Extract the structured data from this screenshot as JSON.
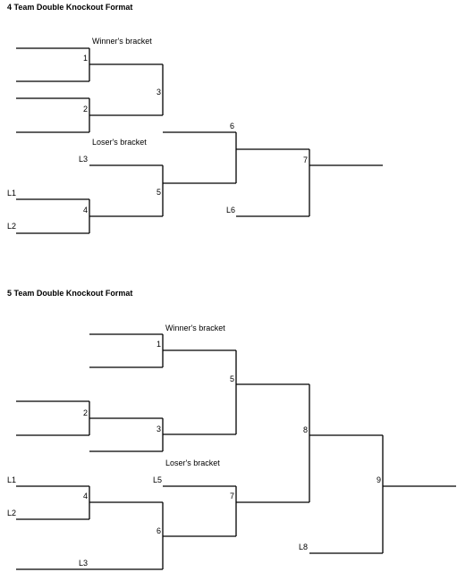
{
  "diagrams": [
    {
      "title": "4 Team Double Knockout Format",
      "winners_label": "Winner's bracket",
      "losers_label": "Loser's bracket",
      "matches": [
        "1",
        "2",
        "3",
        "4",
        "5",
        "6",
        "7"
      ],
      "loser_slots": [
        "L1",
        "L2",
        "L3",
        "L6"
      ]
    },
    {
      "title": "5 Team Double Knockout Format",
      "winners_label": "Winner's bracket",
      "losers_label": "Loser's bracket",
      "matches": [
        "1",
        "2",
        "3",
        "4",
        "5",
        "6",
        "7",
        "8",
        "9"
      ],
      "loser_slots": [
        "L1",
        "L2",
        "L3",
        "L5",
        "L8"
      ]
    }
  ]
}
